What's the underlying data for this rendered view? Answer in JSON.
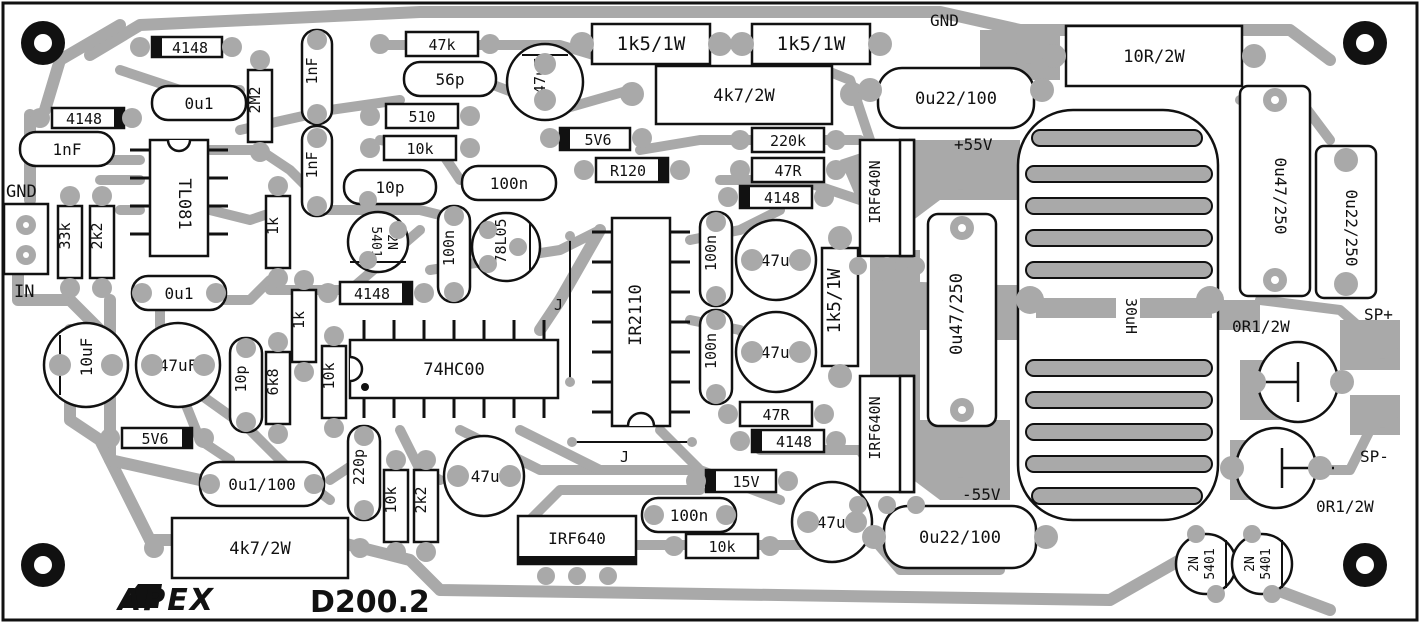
{
  "board": {
    "brand": "APEX",
    "model": "D200.2"
  },
  "terminals": {
    "gnd_top": "GND",
    "gnd_left": "GND",
    "in": "IN",
    "sp_plus": "SP+",
    "sp_minus": "SP-",
    "plus55": "+55V",
    "minus55": "-55V"
  },
  "components": {
    "d_4148_a": "4148",
    "d_4148_b": "4148",
    "d_4148_c": "4148",
    "d_4148_d": "4148",
    "d_4148_e": "4148",
    "c_1nf_a": "1nF",
    "c_1nf_b": "1nF",
    "c_1nf_c": "1nF",
    "c_0u1_a": "0u1",
    "c_0u1_b": "0u1",
    "r_2m2": "2M2",
    "ic_tl081": "TL081",
    "r_33k": "33k",
    "r_2k2_a": "2k2",
    "r_2k2_b": "2k2",
    "r_1k_a": "1k",
    "r_1k_b": "1k",
    "r_47k": "47k",
    "c_56p": "56p",
    "c_47uf_a": "47uF",
    "c_47uf_b": "47uF",
    "c_47uf_c": "47uF",
    "c_47uf_d": "47uF",
    "c_47uf_e": "47uF",
    "c_47uf_f": "47uF",
    "c_10uf": "10uF",
    "r_510": "510",
    "r_10k_a": "10k",
    "r_10k_b": "10k",
    "r_10k_c": "10k",
    "r_10k_d": "10k",
    "c_10p_a": "10p",
    "c_10p_b": "10p",
    "c_100n_a": "100n",
    "c_100n_b": "100n",
    "c_100n_c": "100n",
    "c_100n_d": "100n",
    "c_100n_e": "100n",
    "q_2n5401_a": "2N 5401",
    "q_2n5401_b": "2N 5401",
    "q_2n5401_c": "2N 5401",
    "u_78l05": "78L05",
    "zd_5v6_a": "5V6",
    "zd_5v6_b": "5V6",
    "zd_15v": "15V",
    "r_r120": "R120",
    "r_1k5_a": "1k5/1W",
    "r_1k5_b": "1k5/1W",
    "r_1k5_c": "1k5/1W",
    "r_4k7_a": "4k7/2W",
    "r_4k7_b": "4k7/2W",
    "r_220k": "220k",
    "r_47r_a": "47R",
    "r_47r_b": "47R",
    "q_irf640n_a": "IRF640N",
    "q_irf640n_b": "IRF640N",
    "q_irf640": "IRF640",
    "ic_ir2110": "IR2110",
    "ic_74hc00": "74HC00",
    "r_6k8": "6k8",
    "c_220p": "220p",
    "c_0u1_100": "0u1/100",
    "c_0u22_100_a": "0u22/100",
    "c_0u22_100_b": "0u22/100",
    "c_0u47_250_a": "0u47/250",
    "c_0u47_250_b": "0u47/250",
    "c_0u22_250": "0u22/250",
    "r_10r": "10R/2W",
    "l_30uh": "30uH",
    "r_0r1_a": "0R1/2W",
    "r_0r1_b": "0R1/2W",
    "jumper_a": "J",
    "jumper_b": "J"
  }
}
